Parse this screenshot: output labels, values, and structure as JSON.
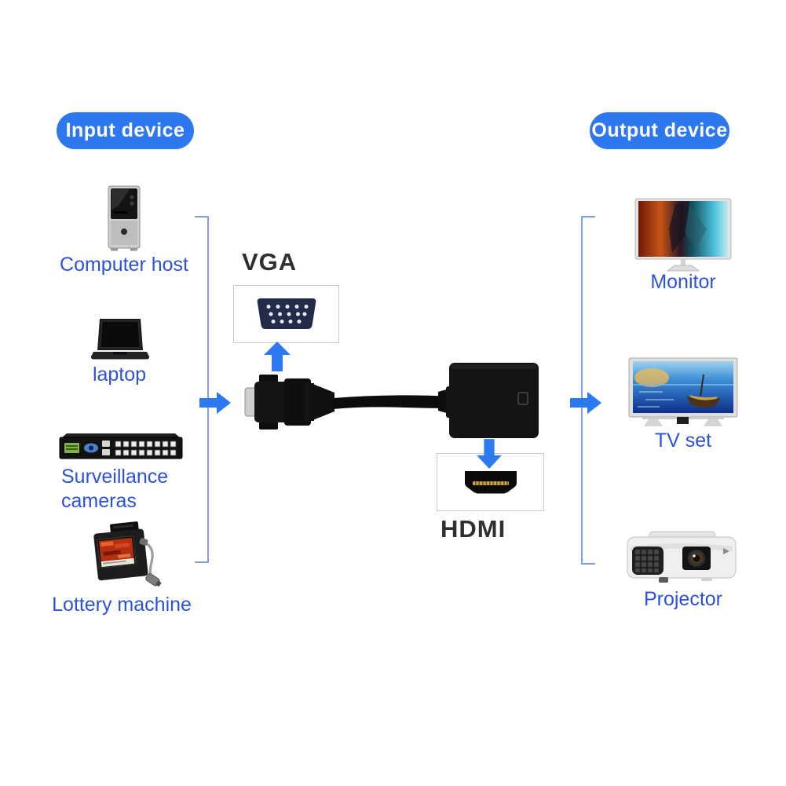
{
  "header": {
    "input_label": "Input device",
    "output_label": "Output device"
  },
  "input_devices": [
    {
      "label": "Computer host",
      "icon": "computer-host-icon"
    },
    {
      "label": "laptop",
      "icon": "laptop-icon"
    },
    {
      "label": "Surveillance cameras",
      "icon": "surveillance-dvr-icon"
    },
    {
      "label": "Lottery machine",
      "icon": "lottery-machine-icon"
    }
  ],
  "output_devices": [
    {
      "label": "Monitor",
      "icon": "monitor-icon"
    },
    {
      "label": "TV set",
      "icon": "tv-icon"
    },
    {
      "label": "Projector",
      "icon": "projector-icon"
    }
  ],
  "adapter": {
    "vga_label": "VGA",
    "hdmi_label": "HDMI"
  },
  "colors": {
    "pill_blue": "#2d78ee",
    "label_blue": "#2b52d8",
    "arrow_blue": "#2c79f0",
    "bracket_blue": "#7da0e8"
  }
}
